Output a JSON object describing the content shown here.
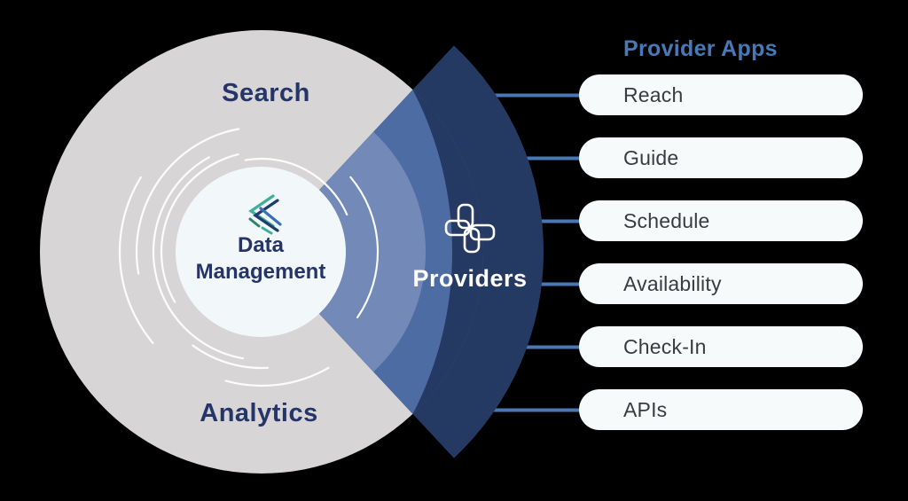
{
  "colors": {
    "background": "#000000",
    "ring_gray": "#d7d5d5",
    "sector_light_blue": "#7389b8",
    "sector_medium_blue": "#4d6ca4",
    "sector_dark_navy": "#253a62",
    "center_circle": "#f2f7f9",
    "navy_text": "#263569",
    "accent_blue": "#4878b5",
    "pill_background": "#f7fafb",
    "pill_text": "#3a3b3f",
    "white": "#ffffff",
    "logo_teal": "#3fae9b",
    "logo_green": "#2e8468",
    "logo_blue": "#3c6eb5",
    "logo_navy": "#1e3c6e"
  },
  "ring": {
    "top_label": "Search",
    "bottom_label": "Analytics"
  },
  "center": {
    "line1": "Data",
    "line2": "Management"
  },
  "wedge": {
    "label": "Providers"
  },
  "right_panel": {
    "title": "Provider Apps",
    "apps": [
      "Reach",
      "Guide",
      "Schedule",
      "Availability",
      "Check-In",
      "APIs"
    ]
  }
}
